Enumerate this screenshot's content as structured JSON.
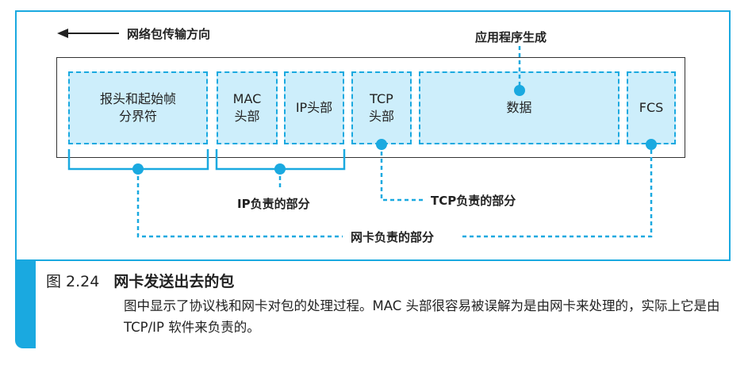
{
  "diagram": {
    "direction_label": "网络包传输方向",
    "app_label": "应用程序生成",
    "segments": {
      "preamble": "报头和起始帧\n分界符",
      "mac": "MAC\n头部",
      "ip": "IP头部",
      "tcp": "TCP\n头部",
      "data": "数据",
      "fcs": "FCS"
    },
    "ip_label": "IP负责的部分",
    "tcp_label": "TCP负责的部分",
    "nic_label": "网卡负责的部分"
  },
  "caption": {
    "number": "图 2.24",
    "title": "网卡发送出去的包",
    "body": "图中显示了协议栈和网卡对包的处理过程。MAC 头部很容易被误解为是由网卡来处理的，实际上它是由 TCP/IP 软件来负责的。"
  },
  "colors": {
    "accent": "#1aa9e0",
    "fill": "#cdeefb",
    "outline": "#333333"
  }
}
